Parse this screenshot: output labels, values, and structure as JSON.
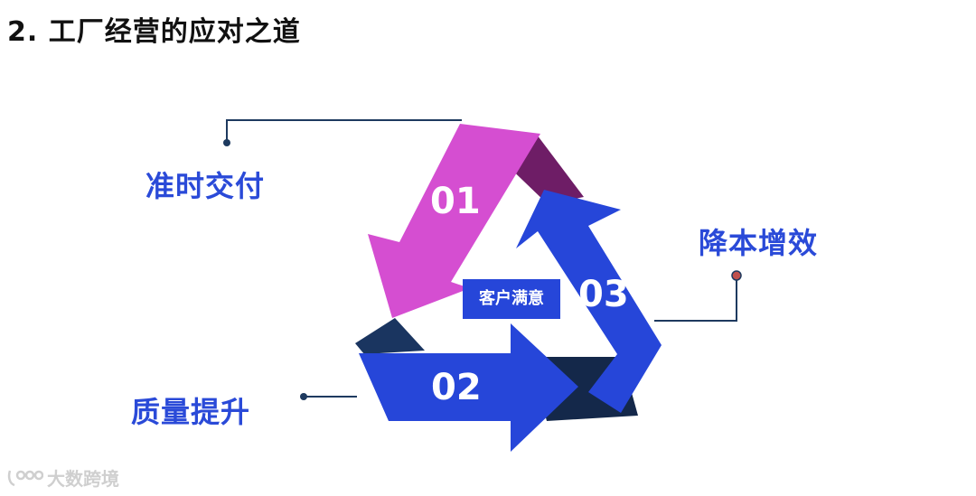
{
  "title": "2. 工厂经营的应对之道",
  "center": {
    "label": "客户满意",
    "color": "#2646d9"
  },
  "segments": [
    {
      "number": "01",
      "label": "准时交付",
      "color": "#d54ed1",
      "shade": "#6e1d66"
    },
    {
      "number": "02",
      "label": "质量提升",
      "color": "#2646d9",
      "shade": "#14284a"
    },
    {
      "number": "03",
      "label": "降本增效",
      "color": "#2646d9",
      "shade": "#1a3560"
    }
  ],
  "colors": {
    "label_text": "#2a4ad8",
    "connector_line": "#1e3a5f",
    "accent_dot": "#c0504d"
  },
  "watermark": {
    "text": "大数跨境",
    "icon": "logo-icon"
  }
}
